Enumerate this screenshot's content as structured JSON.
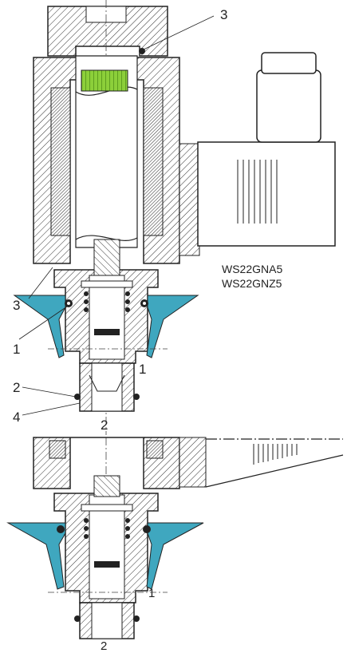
{
  "model_codes": [
    "WS22GNA5",
    "WS22GNZ5"
  ],
  "callouts": {
    "top_seal": "3",
    "left_seal": "3",
    "port_left": "1",
    "port_right": "1",
    "port_bottom_left": "2",
    "port_bottom_center": "2",
    "lower_seal": "4",
    "lower_port_1": "1",
    "lower_port_2": "2"
  },
  "colors": {
    "cavity": "#3fa7bf",
    "manual_override": "#8ccf3a",
    "hatch": "#333333",
    "coil": "#555555"
  }
}
